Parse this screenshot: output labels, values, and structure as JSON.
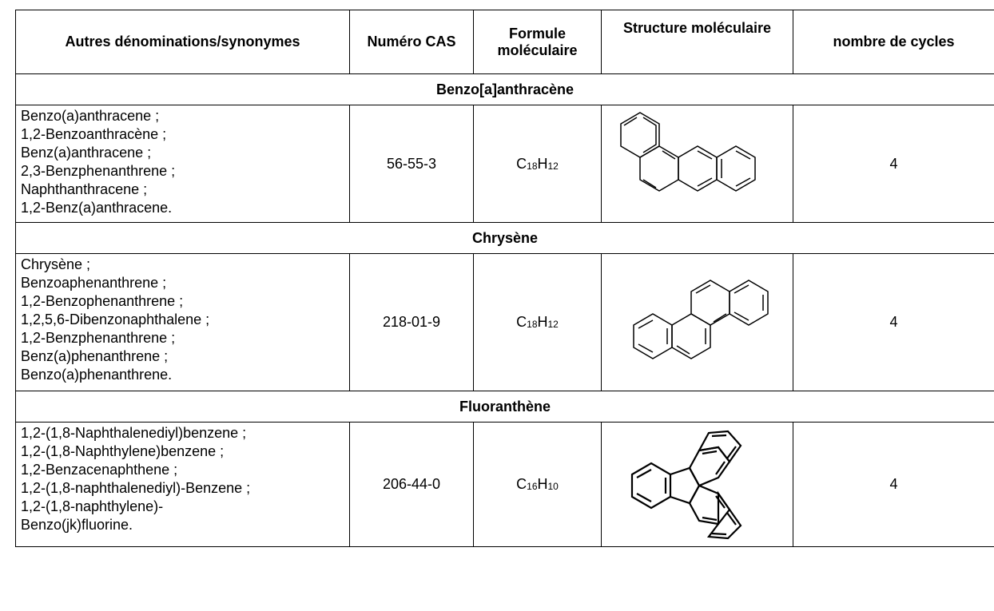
{
  "headers": {
    "synonyms": "Autres dénominations/synonymes",
    "cas": "Numéro CAS",
    "formula": "Formule moléculaire",
    "structure": "Structure moléculaire",
    "cycles": "nombre de cycles"
  },
  "compounds": [
    {
      "name": "Benzo[a]anthracène",
      "synonyms": [
        "Benzo(a)anthracene ;",
        "1,2-Benzoanthracène ;",
        "Benz(a)anthracene ;",
        "2,3-Benzphenanthrene ;",
        "Naphthanthracene ;",
        "1,2-Benz(a)anthracene."
      ],
      "cas": "56-55-3",
      "formula": {
        "c": "C",
        "c_n": "18",
        "h": "H",
        "h_n": "12"
      },
      "cycles": "4",
      "structure_icon": "benz-a-anthracene-structure-icon"
    },
    {
      "name": "Chrysène",
      "synonyms": [
        "Chrysène ;",
        "Benzoaphenanthrene ;",
        "1,2-Benzophenanthrene ;",
        "1,2,5,6-Dibenzonaphthalene ;",
        "1,2-Benzphenanthrene ;",
        "Benz(a)phenanthrene ;",
        "Benzo(a)phenanthrene."
      ],
      "cas": "218-01-9",
      "formula": {
        "c": "C",
        "c_n": "18",
        "h": "H",
        "h_n": "12"
      },
      "cycles": "4",
      "structure_icon": "chrysene-structure-icon"
    },
    {
      "name": "Fluoranthène",
      "synonyms": [
        "1,2-(1,8-Naphthalenediyl)benzene ;",
        "1,2-(1,8-Naphthylene)benzene ;",
        "1,2-Benzacenaphthene ;",
        "1,2-(1,8-naphthalenediyl)-Benzene ;",
        "1,2-(1,8-naphthylene)-",
        "Benzo(jk)fluorine."
      ],
      "cas": "206-44-0",
      "formula": {
        "c": "C",
        "c_n": "16",
        "h": "H",
        "h_n": "10"
      },
      "cycles": "4",
      "structure_icon": "fluoranthene-structure-icon"
    }
  ]
}
